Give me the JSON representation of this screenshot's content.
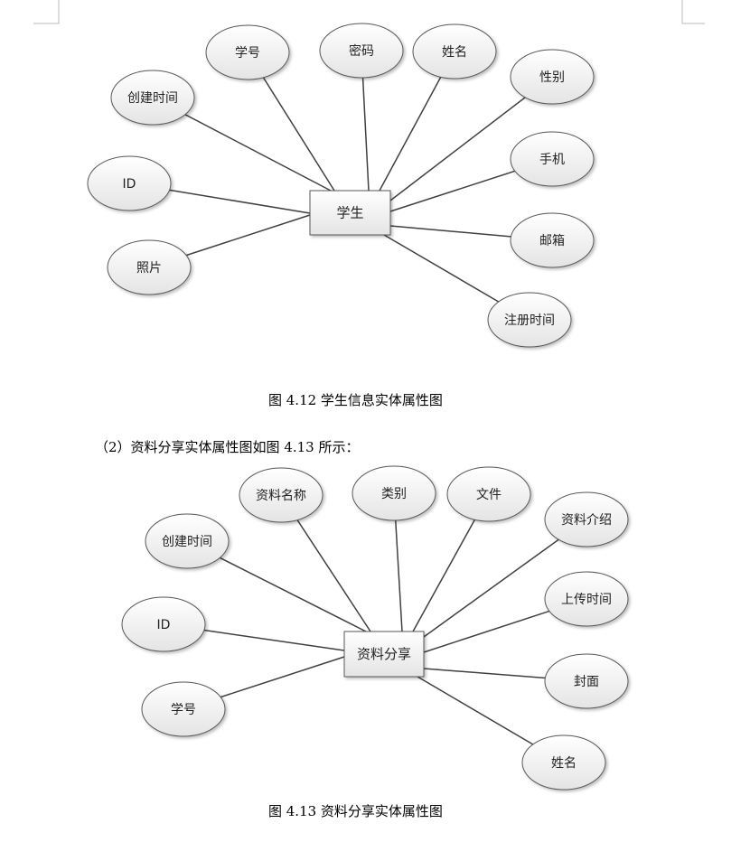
{
  "diagrams": [
    {
      "entity": "学生",
      "attributes": [
        "学号",
        "密码",
        "姓名",
        "性别",
        "手机",
        "邮箱",
        "注册时间",
        "创建时间",
        "ID",
        "照片"
      ],
      "caption": "图 4.12   学生信息实体属性图"
    },
    {
      "entity": "资料分享",
      "attributes": [
        "资料名称",
        "类别",
        "文件",
        "资料介绍",
        "上传时间",
        "封面",
        "姓名",
        "创建时间",
        "ID",
        "学号"
      ],
      "caption": "图 4.13   资料分享实体属性图"
    }
  ],
  "paragraph": "（2）资料分享实体属性图如图 4.13 所示：",
  "colors": {
    "line": "#404040",
    "node_border": "#595959",
    "node_fill_top": "#ffffff",
    "node_fill_bottom": "#e6e6e6"
  }
}
